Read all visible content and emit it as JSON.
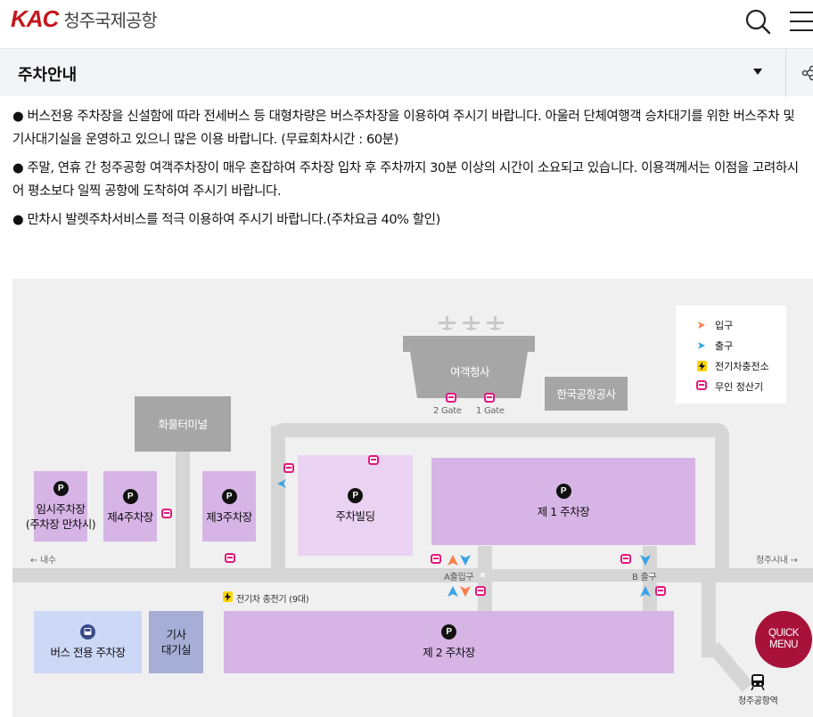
{
  "header": {
    "logo_mark": "KAC",
    "logo_name": "청주국제공항"
  },
  "subbar": {
    "title": "주차안내"
  },
  "notices": [
    "● 버스전용 주차장을 신설함에 따라 전세버스 등 대형차량은 버스주차장을 이용하여 주시기 바랍니다. 아울러 단체여행객 승차대기를 위한 버스주차 및 기사대기실을 운영하고 있으니 많은 이용 바랍니다. (무료회차시간 : 60분)",
    "● 주말, 연휴 간 청주공항 여객주차장이 매우 혼잡하여 주차장 입차 후 주차까지 30분 이상의 시간이 소요되고 있습니다. 이용객께서는 이점을 고려하시어 평소보다 일찍 공항에 도착하여 주시기 바랍니다.",
    "● 만차시 발렛주차서비스를 적극 이용하여 주시기 바랍니다.(주차요금 40% 할인)"
  ],
  "map": {
    "p_letter": "P",
    "terminal": "여객청사",
    "gate2": "2 Gate",
    "gate1": "1 Gate",
    "kac_office": "한국공항공사",
    "cargo": "화물터미널",
    "temp_lot_line1": "임시주차장",
    "temp_lot_line2": "(주차장 만차시)",
    "lot4": "제4주차장",
    "lot3": "제3주차장",
    "building": "주차빌딩",
    "lot1": "제 1 주차장",
    "lot2": "제 2 주차장",
    "bus_lot": "버스 전용 주차장",
    "driver_room_line1": "기사",
    "driver_room_line2": "대기실",
    "to_naesu": "← 내수",
    "to_city": "청주시내 →",
    "gate_a": "A출입구",
    "gate_b": "B 출구",
    "ev_label": "전기차 충전기 (9대)",
    "station": "청주공항역"
  },
  "legend": {
    "entrance": "입구",
    "exit": "출구",
    "ev": "전기차충전소",
    "kiosk": "무인 정산기"
  },
  "quick_menu": {
    "line1": "QUICK",
    "line2": "MENU"
  },
  "colors": {
    "brand": "#c4161c",
    "lot_purple": "#d7b4e6",
    "building_purple": "#ead3f2",
    "bus_blue": "#cdd8f6",
    "driver_room": "#a6aed6",
    "entrance_orange": "#f4804b",
    "exit_blue": "#3aa3e6",
    "kiosk_pink": "#e2187d",
    "quick_menu": "#a8123a"
  }
}
